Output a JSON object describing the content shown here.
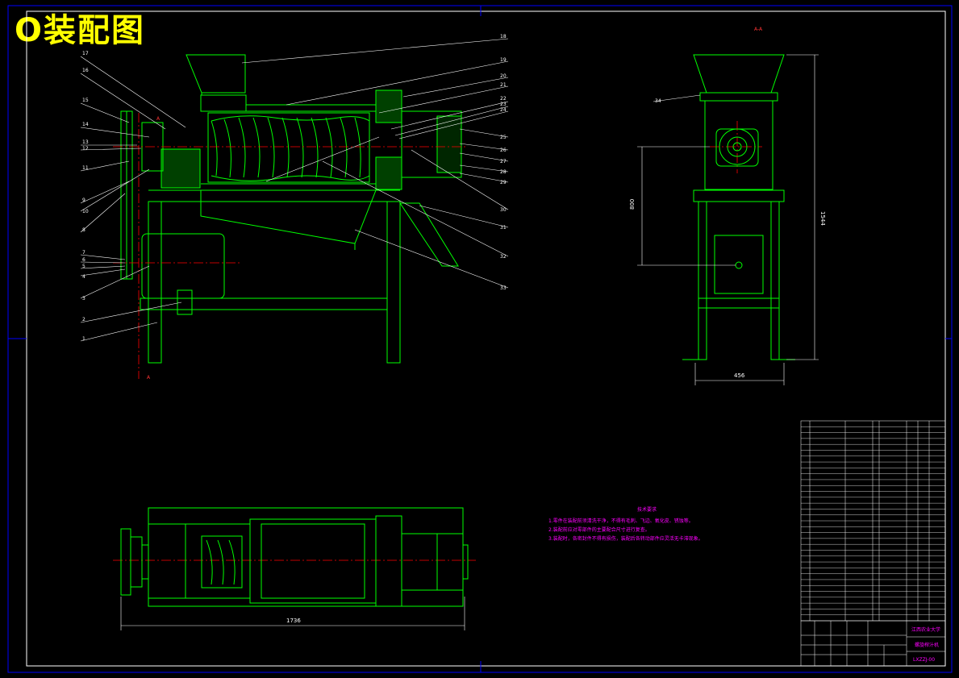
{
  "title": "O装配图",
  "section_label": "A-A",
  "section_marks": [
    "A",
    "A"
  ],
  "dimensions": {
    "side_height": "1544",
    "side_center": "800",
    "side_width": "456",
    "top_length": "1736"
  },
  "part_labels_left": [
    "17",
    "16",
    "15",
    "14",
    "13",
    "12",
    "11",
    "9",
    "10",
    "8",
    "7",
    "6",
    "5",
    "4",
    "3",
    "2",
    "1"
  ],
  "part_labels_right": [
    "18",
    "19",
    "20",
    "21",
    "22",
    "23",
    "24",
    "25",
    "26",
    "27",
    "28",
    "29",
    "30",
    "31",
    "32",
    "33",
    "34"
  ],
  "side_view_label": "34",
  "tech_requirements": {
    "heading": "技术要求",
    "lines": [
      "1.零件在装配前须清洗干净，不得有毛刺、飞边、氧化皮、锈蚀等。",
      "2.装配前应对零部件的主要配合尺寸进行复查。",
      "3.装配时，各密封件不得有损伤，装配后各转动部件应灵活无卡滞现象。"
    ]
  },
  "title_block": {
    "org": "江西农业大学",
    "name": "螺旋榨汁机",
    "code": "LXZZJ-00"
  },
  "colors": {
    "background": "#000000",
    "part_outline": "#00ff00",
    "leader": "#ffffff",
    "centerline": "#ff0000",
    "frame": "#0000ff",
    "table": "#ff00ff",
    "title": "#ffff00"
  }
}
